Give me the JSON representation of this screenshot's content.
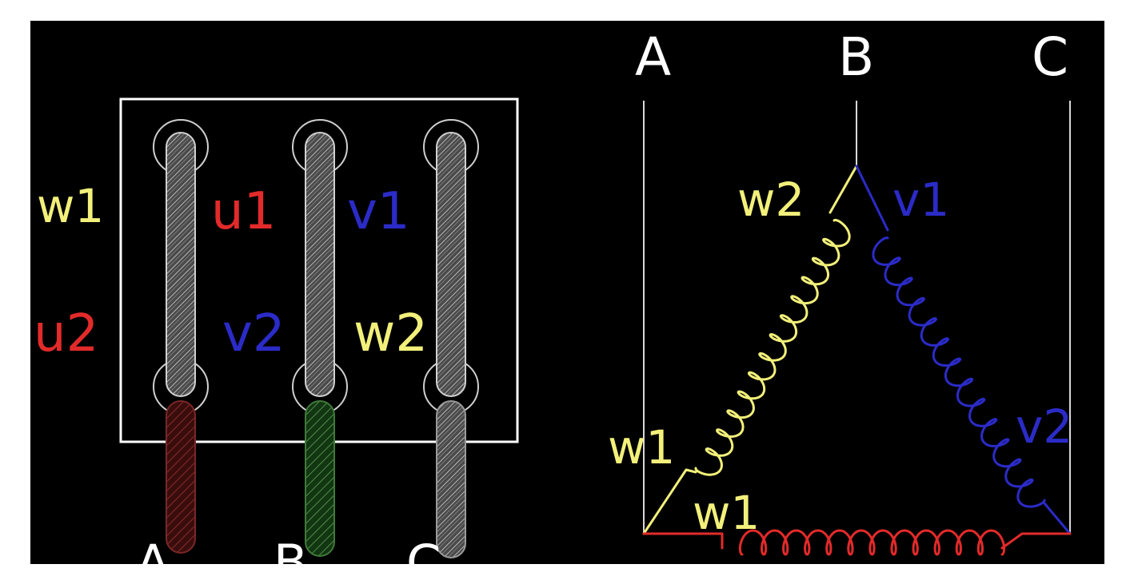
{
  "left_panel": {
    "labels": {
      "w1": "w1",
      "u1": "u1",
      "v1": "v1",
      "u2": "u2",
      "v2": "v2",
      "w2": "w2"
    },
    "terminals": [
      "A",
      "B",
      "C"
    ]
  },
  "right_panel": {
    "lines": [
      "A",
      "B",
      "C"
    ],
    "labels": {
      "w2": "w2",
      "v1": "v1",
      "w1_left": "w1",
      "w1_bottom": "w1",
      "v2": "v2"
    }
  },
  "colors": {
    "background": "#000000",
    "page": "#ffffff",
    "yellow": "#f2f07a",
    "red": "#e32a2a",
    "blue": "#2b2bc8",
    "white": "#ffffff",
    "green": "#3f7a3a",
    "gray": "#8c8c8c"
  }
}
